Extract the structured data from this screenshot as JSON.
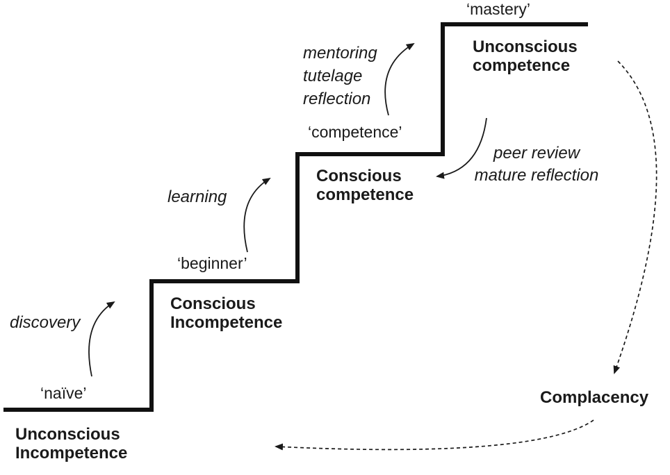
{
  "colors": {
    "ink": "#1a1a1a",
    "background": "#ffffff"
  },
  "staircase": {
    "stages": [
      {
        "quote": "‘naïve’",
        "name": "Unconscious\nIncompetence"
      },
      {
        "quote": "‘beginner’",
        "name": "Conscious\nIncompetence"
      },
      {
        "quote": "‘competence’",
        "name": "Conscious\ncompetence"
      },
      {
        "quote": "‘mastery’",
        "name": "Unconscious\ncompetence"
      }
    ]
  },
  "transitions": [
    {
      "label": "discovery"
    },
    {
      "label": "learning"
    },
    {
      "label": "mentoring\ntutelage\nreflection"
    },
    {
      "label": "peer review\nmature reflection"
    }
  ],
  "complacency": {
    "label": "Complacency"
  }
}
